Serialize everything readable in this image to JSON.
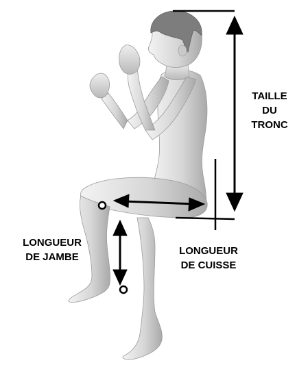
{
  "labels": {
    "trunk_height": [
      "TAILLE",
      "DU",
      "TRONC"
    ],
    "leg_length": [
      "LONGUEUR",
      "DE JAMBE"
    ],
    "thigh_length": [
      "LONGUEUR",
      "DE CUISSE"
    ]
  },
  "colors": {
    "figure_light": "#e9e9e9",
    "figure_mid": "#bdbdbd",
    "figure_dark": "#8f8f8f",
    "hair": "#7a7a7a",
    "annotation": "#000000"
  },
  "icons": {
    "landmark": "hollow-circle"
  }
}
